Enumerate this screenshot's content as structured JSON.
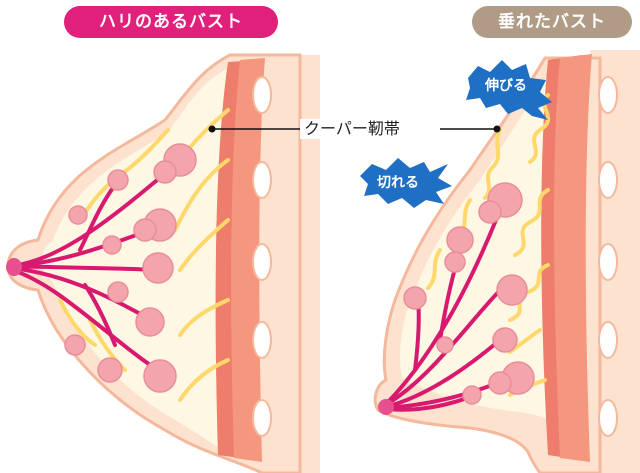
{
  "left_panel": {
    "title": "ハリのあるバスト"
  },
  "right_panel": {
    "title": "垂れたバスト"
  },
  "labels": {
    "ligament": "クーパー靭帯",
    "stretch": "伸びる",
    "break": "切れる"
  },
  "colors": {
    "firm_title_bg": "#e0207a",
    "sagging_title_bg": "#b09b87",
    "callout_bg": "#1f6fc4",
    "skin": "#fde3cf",
    "skin_outline": "#f4b89c",
    "fat": "#fdf7e3",
    "muscle": "#f5967f",
    "muscle_dark": "#ef7d6b",
    "ligament": "#ffd86b",
    "duct": "#d8196f",
    "lobule": "#f3a4ad"
  }
}
